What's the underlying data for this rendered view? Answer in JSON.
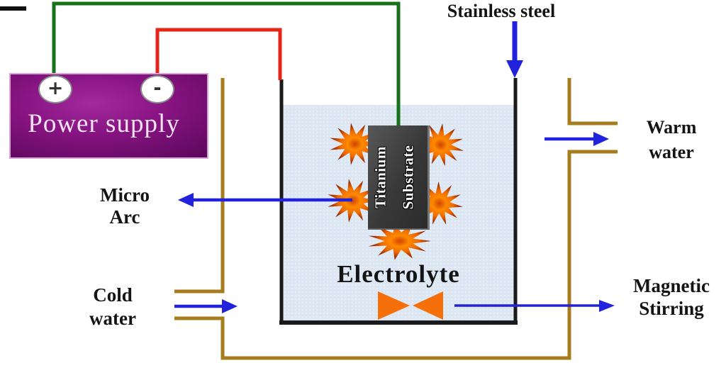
{
  "power_supply": {
    "label": "Power supply",
    "positive_terminal": "+",
    "negative_terminal": "-"
  },
  "cell": {
    "vessel_material_label": "Stainless steel",
    "electrolyte_label": "Electrolyte",
    "substrate": {
      "line1": "Titanium",
      "line2": "Substrate"
    }
  },
  "annotations": {
    "micro_arc": {
      "line1": "Micro",
      "line2": "Arc"
    },
    "cold_water": {
      "line1": "Cold",
      "line2": "water"
    },
    "warm_water": {
      "line1": "Warm",
      "line2": "water"
    },
    "magnetic_stirring": {
      "line1": "Magnetic",
      "line2": "Stirring"
    }
  },
  "colors": {
    "positive_wire_green": "#17701A",
    "negative_wire_red": "#E62417",
    "cooling_pipe_brown": "#A67C1C",
    "arrow_blue": "#2222DC",
    "vessel_wall_black": "#1A1A1A",
    "electrolyte_fill": "#DCE7F3",
    "power_supply_purple": "#6B0C69",
    "spark_orange": "#FF8A00",
    "stirrer_orange": "#F56F0A"
  }
}
